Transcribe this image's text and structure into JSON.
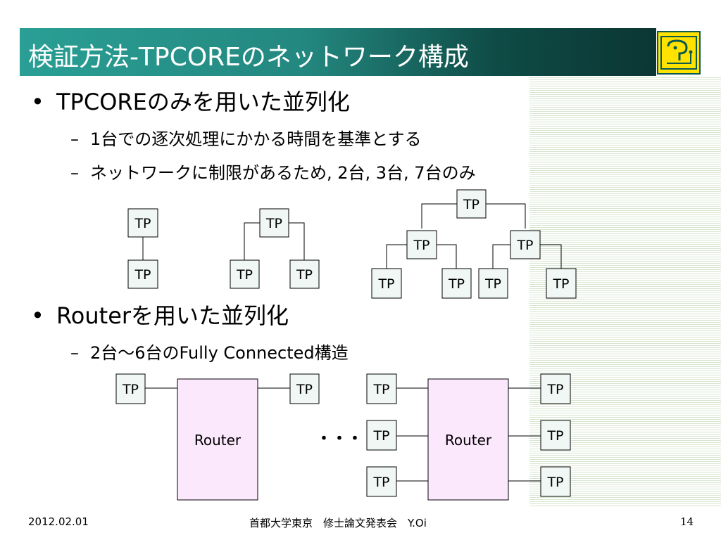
{
  "title": "検証方法-TPCOREのネットワーク構成",
  "logo": {
    "icon": "university-logo-icon",
    "accent": "#ffe200"
  },
  "bullets": [
    {
      "text": "TPCOREのみを用いた並列化",
      "subs": [
        "1台での逐次処理にかかる時間を基準とする",
        "ネットワークに制限があるため, 2台, 3台, 7台のみ"
      ]
    },
    {
      "text": "Routerを用いた並列化",
      "subs": [
        "2台～6台のFully Connected構造"
      ]
    }
  ],
  "diagram": {
    "node_label": "TP",
    "router_label": "Router",
    "ellipsis": "・・・",
    "node_fill": "#f0f7f4",
    "router_fill": "#fce8fc"
  },
  "footer": {
    "date": "2012.02.01",
    "center": "首都大学東京　修士論文発表会　Y.Oi",
    "page": "14"
  },
  "colors": {
    "title_bar_start": "#2a9f95",
    "title_bar_end": "#0b3633",
    "stripe": "#d7e5d0"
  }
}
